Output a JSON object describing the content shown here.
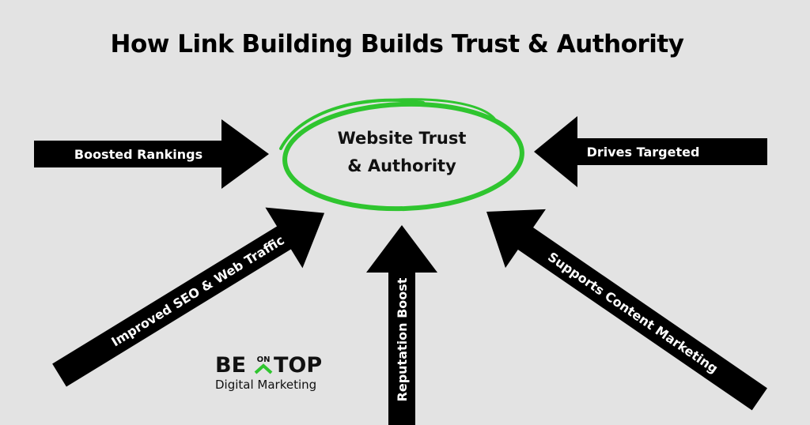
{
  "title": "How Link Building Builds Trust & Authority",
  "center": {
    "line1": "Website Trust",
    "line2": "& Authority"
  },
  "arrows": [
    {
      "label": "Boosted Rankings"
    },
    {
      "label": "Drives Targeted"
    },
    {
      "label": "Improved SEO & Web Traffic"
    },
    {
      "label": "Reputation Boost"
    },
    {
      "label": "Supports Content Marketing"
    }
  ],
  "logo": {
    "be": "BE",
    "on": "ON",
    "top": "TOP",
    "tagline": "Digital Marketing"
  },
  "colors": {
    "background": "#e3e3e3",
    "accent": "#2fc52f",
    "arrow": "#000000"
  }
}
